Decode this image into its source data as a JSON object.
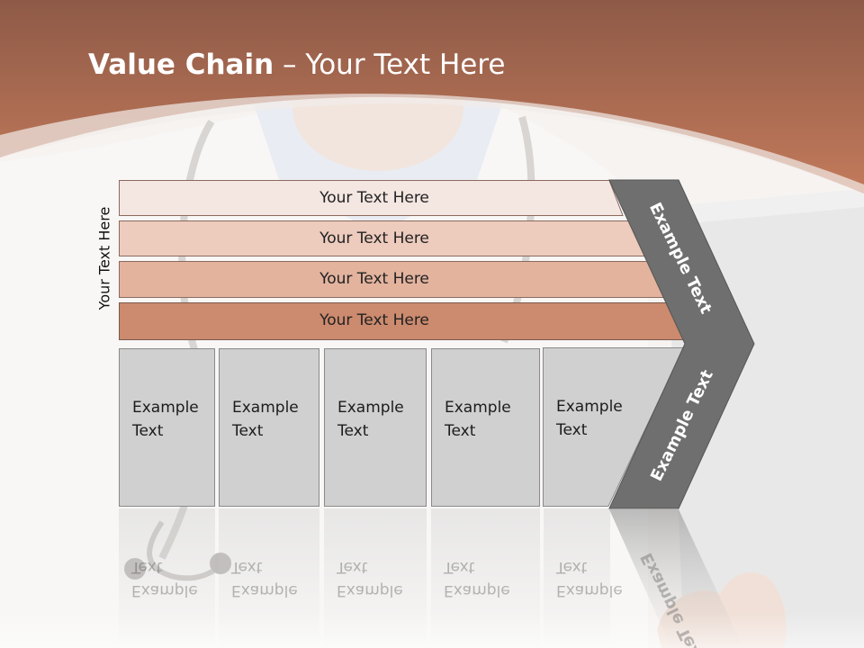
{
  "title": {
    "bold": "Value Chain",
    "rest": " – Your Text Here"
  },
  "side_label": "Your Text Here",
  "bars": [
    {
      "label": "Your Text Here",
      "color": "#f4e6e1"
    },
    {
      "label": "Your Text Here",
      "color": "#edcbbd"
    },
    {
      "label": "Your Text Here",
      "color": "#e3b39e"
    },
    {
      "label": "Your Text Here",
      "color": "#cc8a6e"
    }
  ],
  "boxes": [
    {
      "label": "Example\nText"
    },
    {
      "label": "Example\nText"
    },
    {
      "label": "Example\nText"
    },
    {
      "label": "Example\nText"
    },
    {
      "label": "Example\nText"
    }
  ],
  "chevron": {
    "top_label": "Example Text",
    "bottom_label": "Example Text",
    "color": "#6f6f6f"
  },
  "colors": {
    "header": "#b86a4e",
    "header_light": "#c98466"
  }
}
